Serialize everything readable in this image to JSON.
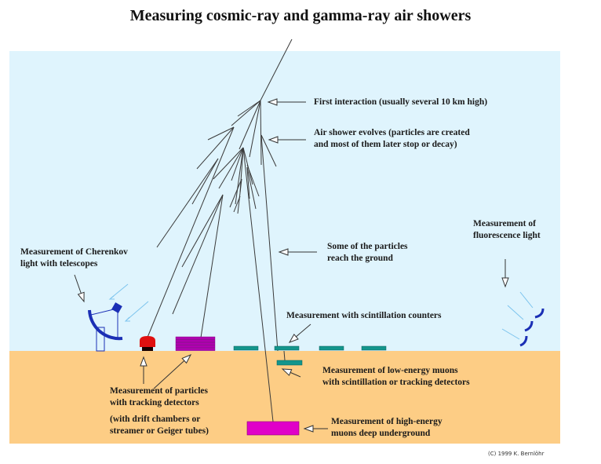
{
  "title": "Measuring cosmic-ray and gamma-ray air showers",
  "colors": {
    "sky": "#dff4fd",
    "ground": "#fdcd85",
    "telescope": "#1b2fb5",
    "cherenkov_light": "#7cc4ee",
    "tracking_detector": "#e01010",
    "tracking_stack": "#b000b0",
    "scintillator": "#13958c",
    "muon_detector": "#e000c8",
    "fluorescence_detector": "#1b2fb5"
  },
  "labels": {
    "first_interaction": [
      "First interaction (usually several 10 km high)"
    ],
    "shower_evolves": [
      "Air shower evolves (particles are created",
      "and most of them later stop or decay)"
    ],
    "reach_ground": [
      "Some of the particles",
      "reach the ground"
    ],
    "fluorescence": [
      "Measurement of",
      "fluorescence light"
    ],
    "cherenkov": [
      "Measurement of Cherenkov",
      "light with telescopes"
    ],
    "scintillation": [
      "Measurement with scintillation counters"
    ],
    "low_energy_muons": [
      "Measurement of low-energy muons",
      "with scintillation or tracking detectors"
    ],
    "tracking": [
      "Measurement of particles",
      "with tracking detectors"
    ],
    "tracking_note": [
      "(with drift chambers or",
      "streamer or Geiger tubes)"
    ],
    "high_energy_muons": [
      "Measurement of high-energy",
      "muons deep underground"
    ]
  },
  "credit": "(C) 1999 K. Bernlöhr"
}
